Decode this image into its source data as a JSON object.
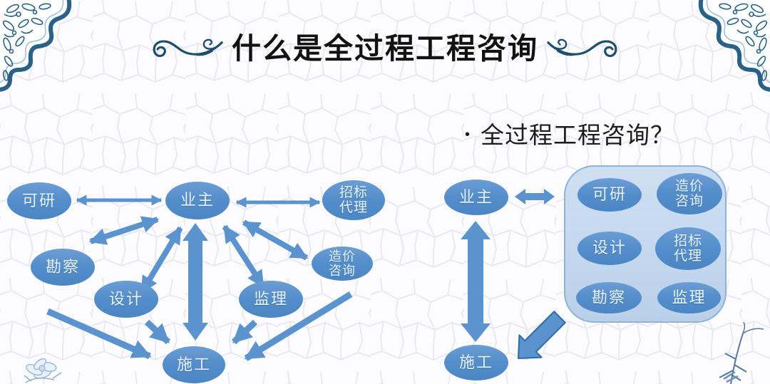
{
  "title": {
    "text": "什么是全过程工程咨询"
  },
  "subtitle": {
    "bullet": "•",
    "text": "全过程工程咨询？"
  },
  "colors": {
    "node_blue": "#5b93ce",
    "panel_blue": "#c9dcf0",
    "flourish_teal": "#1d4e6e",
    "ornament_navy": "#2a6186",
    "title_black": "#121212"
  },
  "left_diagram": {
    "nodes": {
      "feasibility": "可研",
      "owner": "业主",
      "bidding_agency": "招标\n代理",
      "survey": "勘察",
      "design": "设计",
      "supervision": "监理",
      "cost_consulting": "造价\n咨询",
      "construction": "施工"
    },
    "edges": [
      {
        "from": "可研",
        "to": "业主",
        "style": "double"
      },
      {
        "from": "业主",
        "to": "招标代理",
        "style": "double"
      },
      {
        "from": "勘察",
        "to": "业主",
        "style": "double"
      },
      {
        "from": "设计",
        "to": "业主",
        "style": "double"
      },
      {
        "from": "业主",
        "to": "监理",
        "style": "double"
      },
      {
        "from": "业主",
        "to": "造价咨询",
        "style": "double"
      },
      {
        "from": "业主",
        "to": "施工",
        "style": "double-thick"
      },
      {
        "from": "勘察",
        "to": "施工",
        "style": "single"
      },
      {
        "from": "设计",
        "to": "施工",
        "style": "single"
      },
      {
        "from": "监理",
        "to": "施工",
        "style": "single"
      },
      {
        "from": "造价咨询",
        "to": "施工",
        "style": "single"
      }
    ]
  },
  "right_diagram": {
    "owner": "业主",
    "construction": "施工",
    "services": [
      "可研",
      "造价\n咨询",
      "设计",
      "招标\n代理",
      "勘察",
      "监理"
    ],
    "edges": [
      {
        "from": "业主",
        "to": "服务包",
        "style": "double"
      },
      {
        "from": "业主",
        "to": "施工",
        "style": "double-thick"
      },
      {
        "from": "服务包",
        "to": "施工",
        "style": "single-thick"
      }
    ]
  }
}
